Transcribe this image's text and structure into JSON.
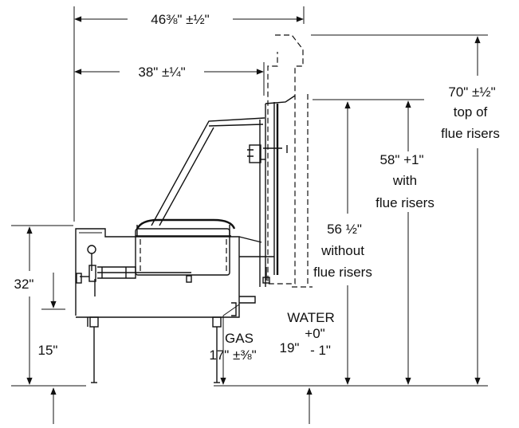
{
  "dimensions": {
    "overall_width": "46⅜\" ±½\"",
    "width_to_riser": "38\"  ±¼\"",
    "flue_riser_height_value": "70\" ±½\"",
    "flue_riser_height_line2": "top of",
    "flue_riser_height_line3": "flue risers",
    "with_risers_value": "58\" +1\"",
    "with_risers_line2": "with",
    "with_risers_line3": "flue risers",
    "without_risers_value": "56 ½\"",
    "without_risers_line2": "without",
    "without_risers_line3": "flue risers",
    "cabinet_height": "32\"",
    "lower_height": "15\"",
    "water_label": "WATER",
    "water_height": "19\"",
    "water_tolerance_plus": "+0\"",
    "water_tolerance_minus": "- 1\"",
    "gas_label": "GAS",
    "gas_height": "17\" ±⅜\""
  }
}
